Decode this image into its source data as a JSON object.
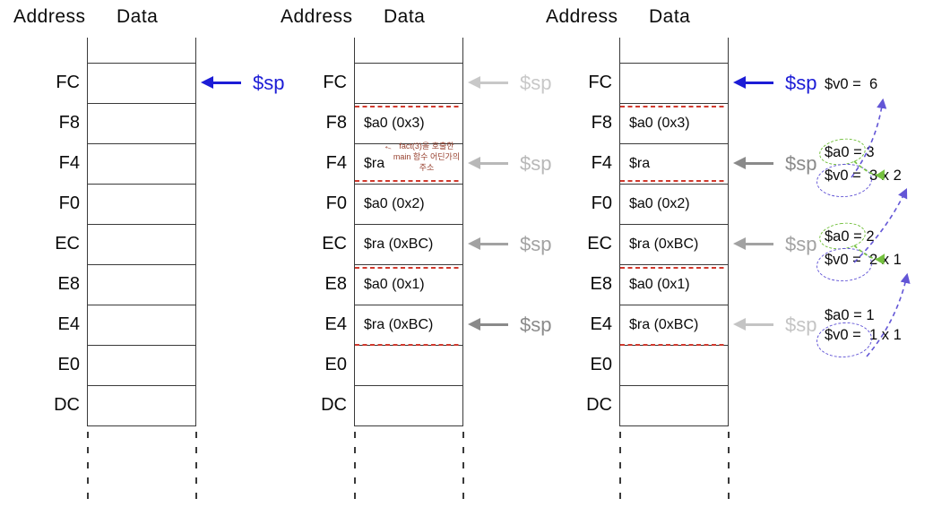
{
  "headers": {
    "address": "Address",
    "data": "Data"
  },
  "colors": {
    "grid": "#3a3a3a",
    "text": "#0a0a0a",
    "frame_marker": "#d03a2e",
    "sp_blue": "#1c1cd6",
    "annot_green": "#74c13e",
    "annot_purple": "#6356d6",
    "note_ink": "#97402e"
  },
  "stacks": [
    {
      "name": "stack-before-call",
      "rows": [
        {
          "addr": "FC",
          "value": ""
        },
        {
          "addr": "F8",
          "value": ""
        },
        {
          "addr": "F4",
          "value": ""
        },
        {
          "addr": "F0",
          "value": ""
        },
        {
          "addr": "EC",
          "value": ""
        },
        {
          "addr": "E8",
          "value": ""
        },
        {
          "addr": "E4",
          "value": ""
        },
        {
          "addr": "E0",
          "value": ""
        },
        {
          "addr": "DC",
          "value": ""
        }
      ],
      "frame_marker_boundaries": [],
      "sp_arrows": [
        {
          "row": "FC",
          "label": "$sp",
          "color": "#1c1cd6"
        }
      ]
    },
    {
      "name": "stack-during-calls",
      "rows": [
        {
          "addr": "FC",
          "value": ""
        },
        {
          "addr": "F8",
          "value": "$a0 (0x3)"
        },
        {
          "addr": "F4",
          "value": "$ra"
        },
        {
          "addr": "F0",
          "value": "$a0 (0x2)"
        },
        {
          "addr": "EC",
          "value": "$ra (0xBC)"
        },
        {
          "addr": "E8",
          "value": "$a0 (0x1)"
        },
        {
          "addr": "E4",
          "value": "$ra (0xBC)"
        },
        {
          "addr": "E0",
          "value": ""
        },
        {
          "addr": "DC",
          "value": ""
        }
      ],
      "frame_marker_boundaries": [
        1,
        3,
        5,
        7
      ],
      "sp_arrows": [
        {
          "row": "FC",
          "label": "$sp",
          "color": "#c8c8c8"
        },
        {
          "row": "F4",
          "label": "$sp",
          "color": "#b8b8b8"
        },
        {
          "row": "EC",
          "label": "$sp",
          "color": "#a2a2a2"
        },
        {
          "row": "E4",
          "label": "$sp",
          "color": "#8a8a8a"
        }
      ],
      "note": {
        "arrow": "←",
        "line1": "fact(3)을 호출한",
        "line2": "main 함수 어딘가의",
        "line3": "주소"
      }
    },
    {
      "name": "stack-during-returns",
      "rows": [
        {
          "addr": "FC",
          "value": ""
        },
        {
          "addr": "F8",
          "value": "$a0 (0x3)"
        },
        {
          "addr": "F4",
          "value": "$ra"
        },
        {
          "addr": "F0",
          "value": "$a0 (0x2)"
        },
        {
          "addr": "EC",
          "value": "$ra (0xBC)"
        },
        {
          "addr": "E8",
          "value": "$a0 (0x1)"
        },
        {
          "addr": "E4",
          "value": "$ra (0xBC)"
        },
        {
          "addr": "E0",
          "value": ""
        },
        {
          "addr": "DC",
          "value": ""
        }
      ],
      "frame_marker_boundaries": [
        1,
        3,
        5,
        7
      ],
      "sp_arrows": [
        {
          "row": "FC",
          "label": "$sp",
          "color": "#1c1cd6"
        },
        {
          "row": "F4",
          "label": "$sp",
          "color": "#8a8a8a"
        },
        {
          "row": "EC",
          "label": "$sp",
          "color": "#a2a2a2"
        },
        {
          "row": "E4",
          "label": "$sp",
          "color": "#c4c4c4"
        }
      ]
    }
  ],
  "annotations": {
    "result": "$v0 =  6",
    "steps": [
      {
        "a0": "$a0 = 3",
        "v0": "$v0 =  3 x 2"
      },
      {
        "a0": "$a0 = 2",
        "v0": "$v0 =  2 x 1"
      },
      {
        "a0": "$a0 = 1",
        "v0": "$v0 =  1 x 1"
      }
    ]
  }
}
